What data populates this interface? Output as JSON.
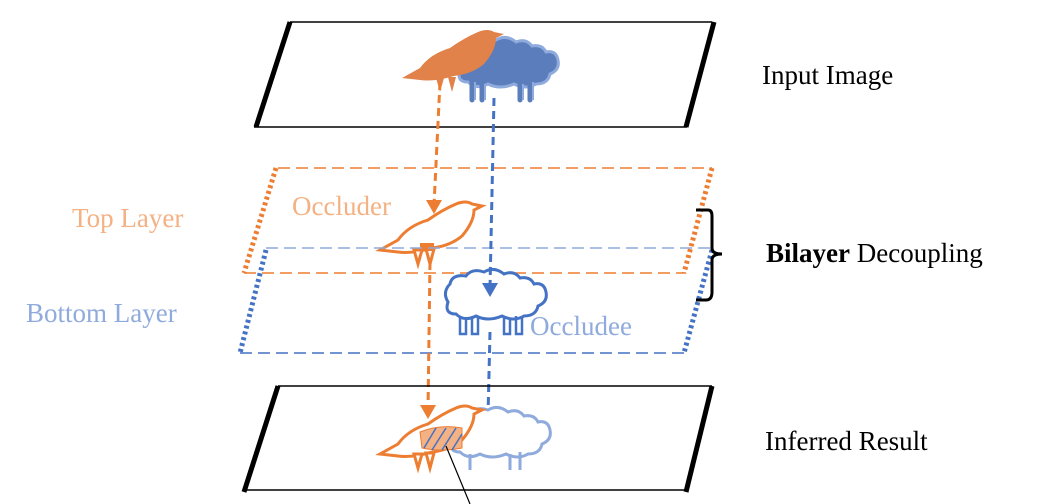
{
  "labels": {
    "input_image": "Input Image",
    "top_layer": "Top Layer",
    "bottom_layer": "Bottom Layer",
    "occluder": "Occluder",
    "occludee": "Occludee",
    "bilayer_bold": "Bilayer",
    "decoupling": " Decoupling",
    "inferred_result": "Inferred Result"
  },
  "colors": {
    "occluder": "#ED7D31",
    "occluder_text": "#F4B183",
    "occludee": "#4472C4",
    "occludee_text": "#8FAADC",
    "occludee_fill": "#5B7DBB",
    "frame": "#000000"
  },
  "icons": {
    "occluder_shape": "bird-icon",
    "occludee_shape": "sheep-icon"
  }
}
